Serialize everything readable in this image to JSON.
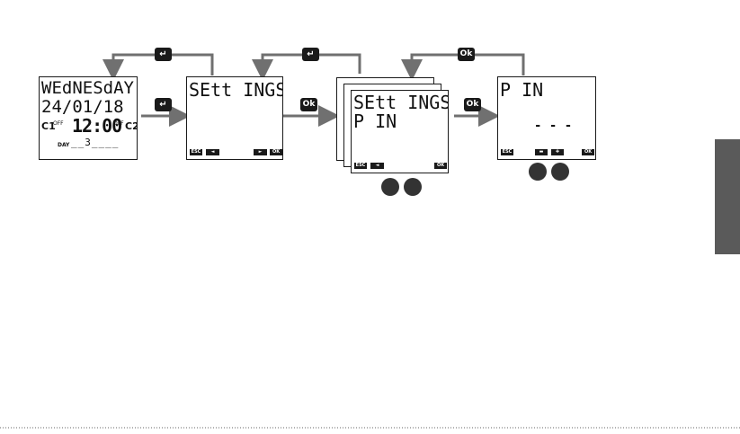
{
  "screen1": {
    "line1": "WEdNESdAY",
    "line2": "24/01/18",
    "c1": "C1",
    "off_left": "OFF",
    "time": "12:00",
    "off_right": "OFF",
    "c2": "C2",
    "day_label": "DAY",
    "day_value": "__3____"
  },
  "screen2": {
    "line1": "SEtt INGS",
    "soft_esc": "ESC",
    "soft_left": "◄",
    "soft_right": "►",
    "soft_ok": "OK"
  },
  "screen3": {
    "line1": "SEtt INGS",
    "line2": "P IN",
    "soft_esc": "ESC",
    "soft_left": "◄",
    "soft_ok": "OK"
  },
  "screen4": {
    "line1": "P IN",
    "dashes": "- - -",
    "soft_esc": "ESC",
    "soft_minus": "▬",
    "soft_plus": "✚",
    "soft_ok": "OK"
  },
  "keys": {
    "enter": "↵",
    "ok": "Ok"
  },
  "colors": {
    "arrow": "#707070",
    "key": "#1a1a1a",
    "side_tab": "#5a5a5a"
  }
}
